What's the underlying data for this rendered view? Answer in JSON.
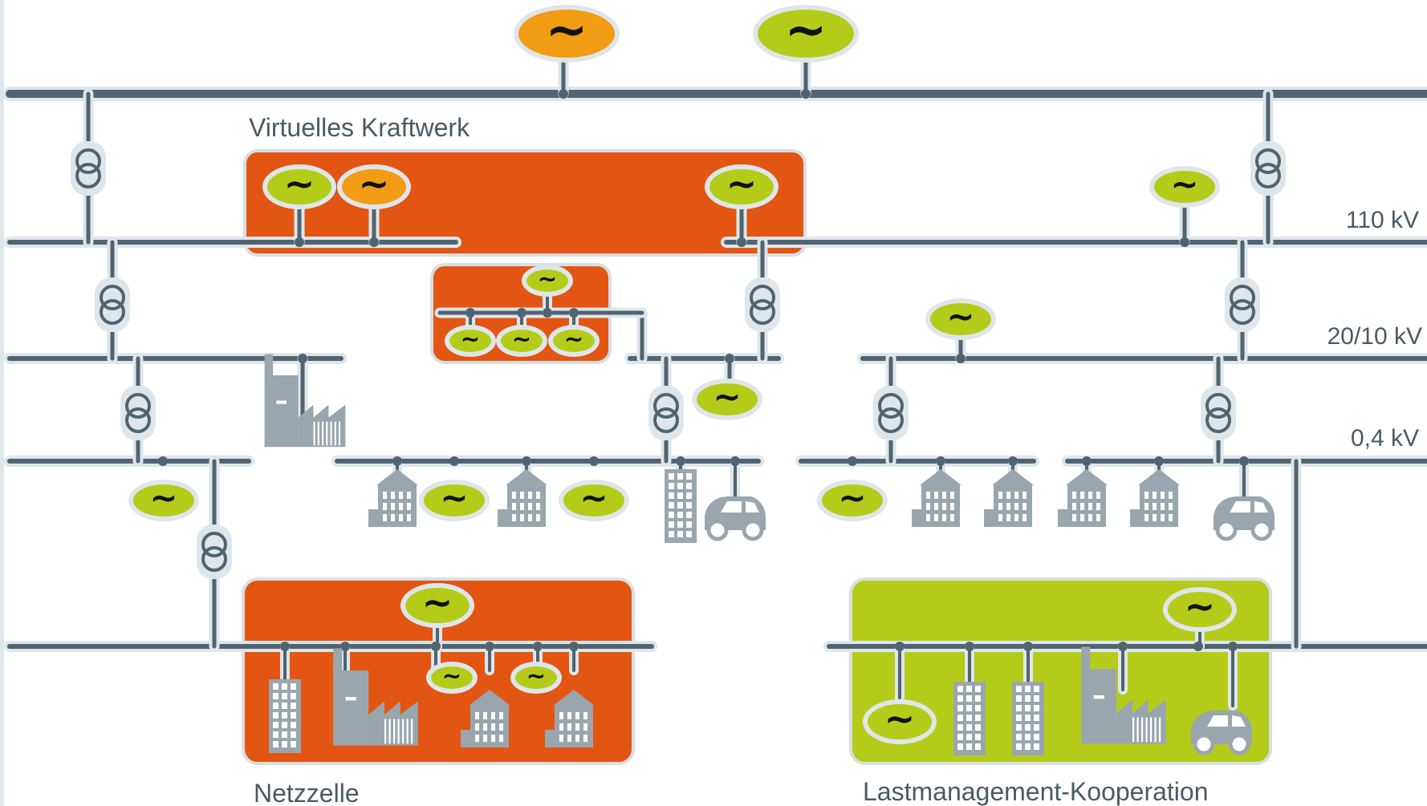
{
  "labels": {
    "virtual_power_plant": "Virtuelles Kraftwerk",
    "grid_cell": "Netzzelle",
    "load_management": "Lastmanagement-Kooperation",
    "voltage_110": "110 kV",
    "voltage_20_10": "20/10 kV",
    "voltage_0_4": "0,4 kV"
  },
  "symbols": {
    "generator": "~"
  },
  "colors": {
    "line": "#4f6470",
    "line_halo": "#dfe6ea",
    "building": "#9aa6ad",
    "generator_green": "#b4cc19",
    "generator_orange": "#f29b14",
    "vpp_box": "#e35512",
    "cell_box": "#e35512",
    "load_box": "#b4cc19"
  },
  "icons": [
    "generator-icon",
    "transformer-icon",
    "factory-icon",
    "house-icon",
    "office-building-icon",
    "car-icon"
  ]
}
